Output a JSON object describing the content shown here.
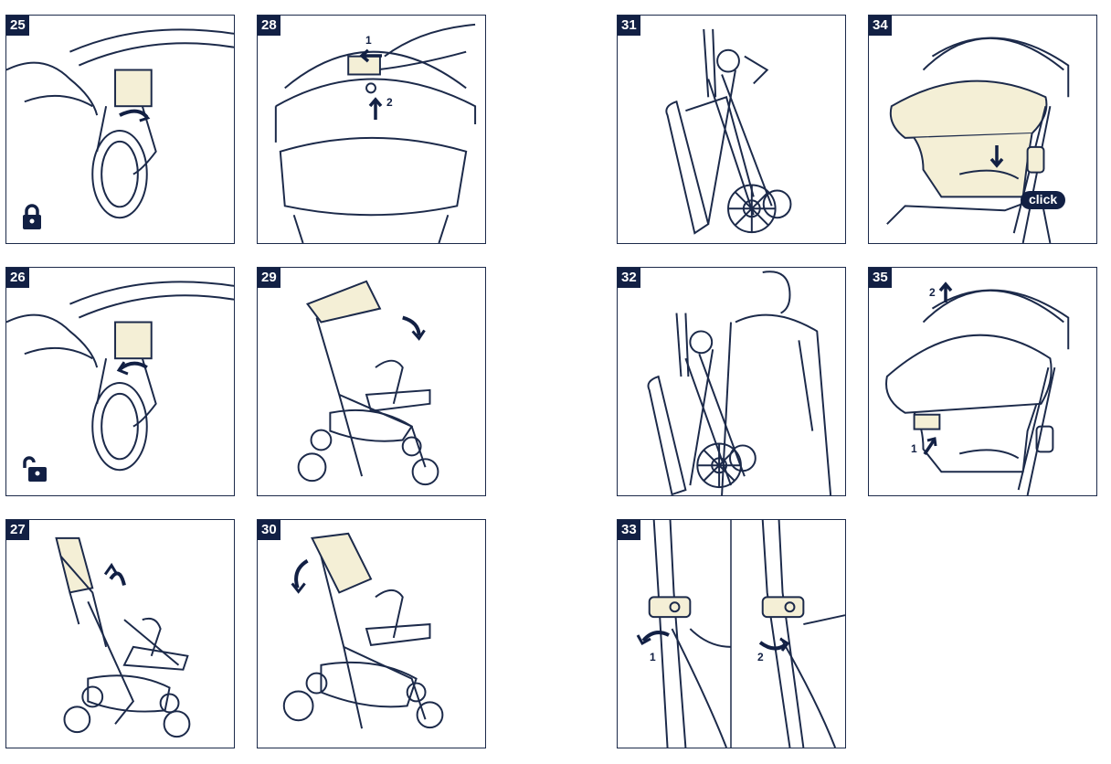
{
  "colors": {
    "navy": "#122044",
    "line": "#1c2a4a",
    "highlight": "#f4efd6"
  },
  "panels": {
    "p25": {
      "number": "25",
      "icon": "lock-closed-icon"
    },
    "p26": {
      "number": "26",
      "icon": "lock-open-icon"
    },
    "p27": {
      "number": "27"
    },
    "p28": {
      "number": "28",
      "step1": "1",
      "step2": "2"
    },
    "p29": {
      "number": "29"
    },
    "p30": {
      "number": "30"
    },
    "p31": {
      "number": "31"
    },
    "p32": {
      "number": "32"
    },
    "p33": {
      "number": "33",
      "step1": "1",
      "step2": "2"
    },
    "p34": {
      "number": "34",
      "badge": "click"
    },
    "p35": {
      "number": "35",
      "step1": "1",
      "step2": "2"
    }
  }
}
